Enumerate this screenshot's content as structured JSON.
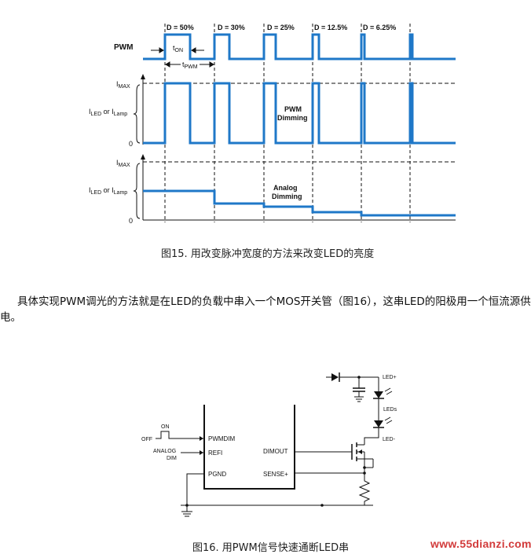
{
  "figure15": {
    "duty_labels": [
      "D = 50%",
      "D = 30%",
      "D = 25%",
      "D = 12.5%",
      "D = 6.25%"
    ],
    "pwm_label": "PWM",
    "ton_label": "t",
    "ton_sub": "ON",
    "tpwm_label": "t",
    "tpwm_sub": "PWM",
    "imax_label": "I",
    "imax_sub": "MAX",
    "iled_a": "I",
    "iled_sub_a": "LED",
    "iled_or": " or I",
    "iled_sub_b": "Lamp",
    "zero": "0",
    "pwm_dimming_1": "PWM",
    "pwm_dimming_2": "Dimming",
    "analog_dimming_1": "Analog",
    "analog_dimming_2": "Dimming",
    "caption": "图15. 用改变脉冲宽度的方法来改变LED的亮度",
    "trace_color": "#1f78c8"
  },
  "paragraph": "具体实现PWM调光的方法就是在LED的负载中串入一个MOS开关管（图16），这串LED的阳极用一个恒流源供电。",
  "figure16": {
    "pins": {
      "pwmdim": "PWMDIM",
      "refi": "REFI",
      "pgnd": "PGND",
      "dimout": "DIMOUT",
      "sense": "SENSE+"
    },
    "on_label": "ON",
    "off_label": "OFF",
    "analog_1": "ANALOG",
    "analog_2": "DIM",
    "led_plus": "LED+",
    "leds": "LEDs",
    "led_minus": "LED-",
    "caption": "图16. 用PWM信号快速通断LED串"
  },
  "watermark": "www.55dianzi.com"
}
